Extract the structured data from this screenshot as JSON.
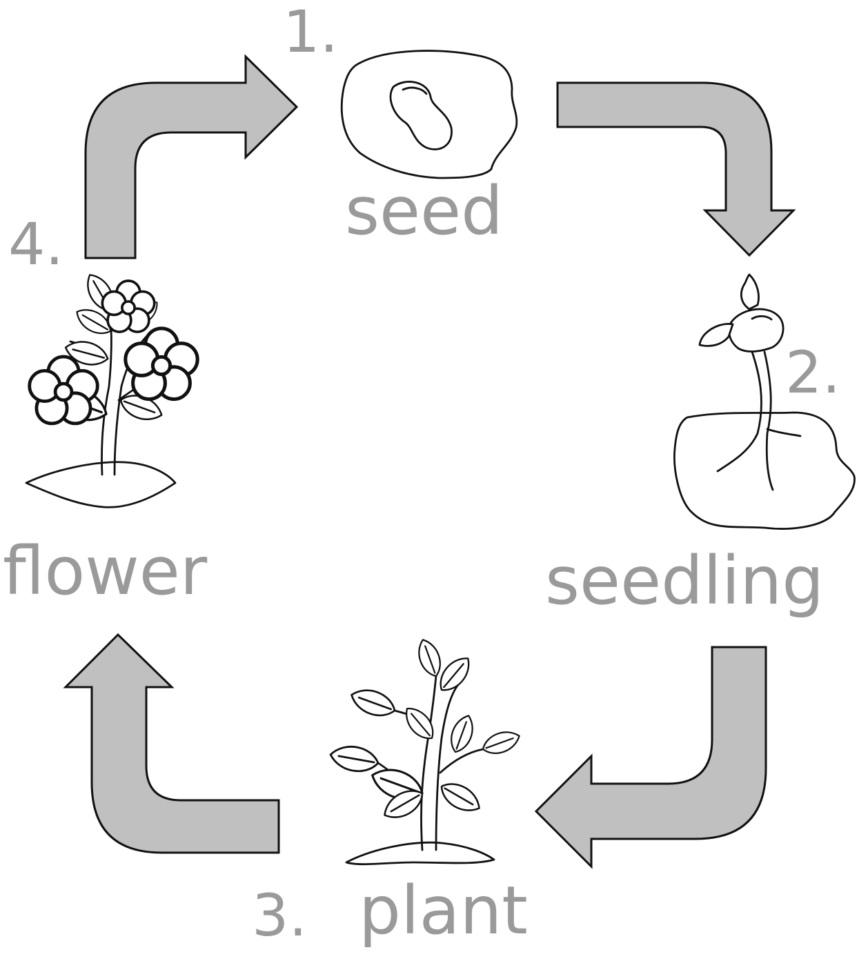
{
  "colors": {
    "arrow_fill": "#c0c0c0",
    "arrow_stroke": "#111111",
    "label": "#9a9a9a",
    "line_art": "#111111",
    "background": "#ffffff"
  },
  "stages": [
    {
      "number": "1.",
      "name": "seed",
      "icon": "seed-icon"
    },
    {
      "number": "2.",
      "name": "seedling",
      "icon": "seedling-icon"
    },
    {
      "number": "3.",
      "name": "plant",
      "icon": "plant-icon"
    },
    {
      "number": "4.",
      "name": "flower",
      "icon": "flowering-plant-icon"
    }
  ],
  "arrows": [
    {
      "from": "seed",
      "to": "seedling"
    },
    {
      "from": "seedling",
      "to": "plant"
    },
    {
      "from": "plant",
      "to": "flower"
    },
    {
      "from": "flower",
      "to": "seed"
    }
  ]
}
